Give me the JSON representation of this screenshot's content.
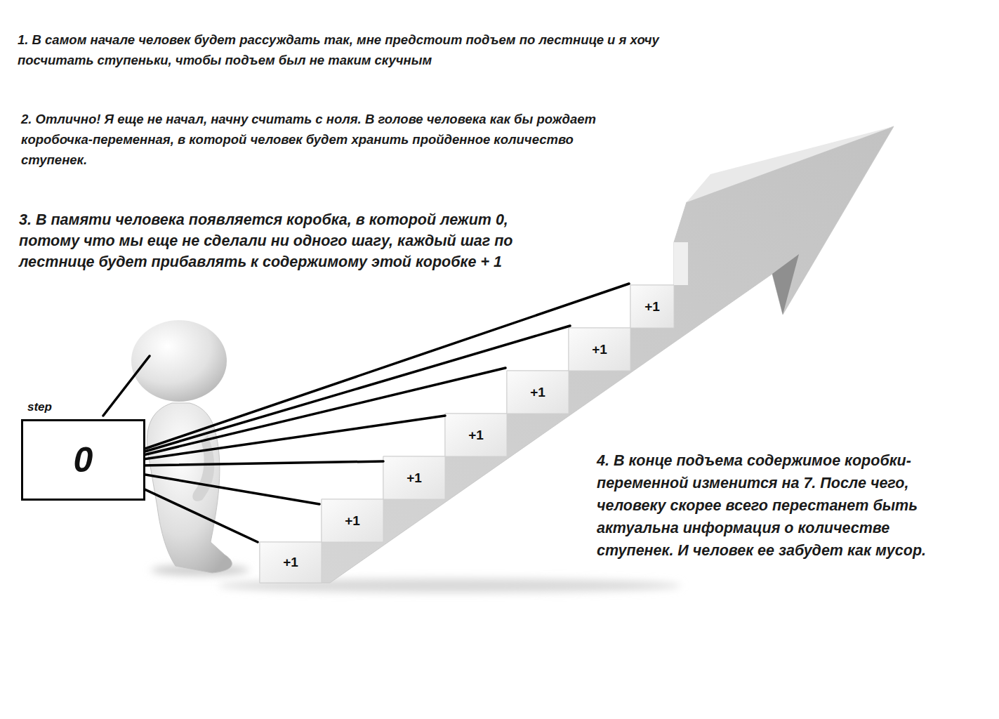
{
  "diagram": {
    "nodes": [
      {
        "text": [
          "step",
          "0"
        ]
      }
    ],
    "labels": [
      "1. В самом начале человек будет рассуждать так, мне предстоит подъем по лестнице и я хочу посчитать ступеньки, чтобы подъем был не таким скучным",
      "2. Отлично! Я еще не начал, начну считать с ноля. В голове человека как бы рождает коробочка-переменная, в которой человек будет хранить пройденное количество ступенек.",
      "3. В памяти человека появляется коробка, в которой лежит 0, потому что мы еще не сделали ни одного шагу, каждый шаг по лестнице будет прибавлять к содержимому этой коробке + 1",
      "+1",
      "+1",
      "+1",
      "+1",
      "+1",
      "+1",
      "+1",
      "4. В конце подъема содержимое коробки-переменной изменится на 7. После чего, человеку скорее всего перестанет быть актуальна информация о количестве ступенек. И человек ее забудет как мусор."
    ]
  }
}
